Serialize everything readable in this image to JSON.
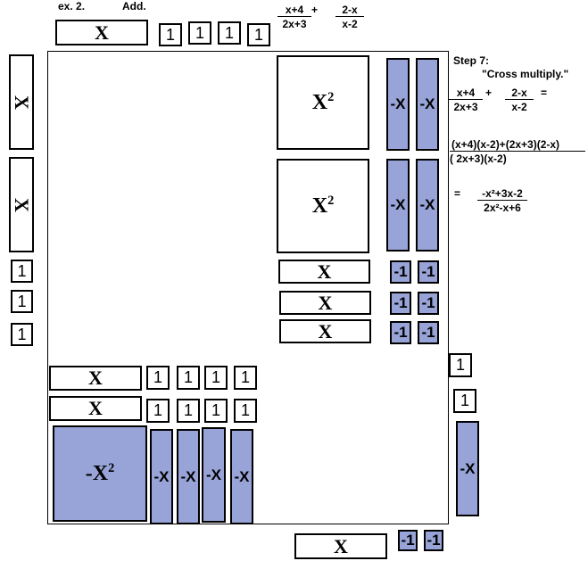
{
  "header": {
    "example_label": "ex. 2.",
    "operation_label": "Add.",
    "fraction1": {
      "num": "x+4",
      "den": "2x+3"
    },
    "plus": "+",
    "fraction2": {
      "num": "2-x",
      "den": "x-2"
    }
  },
  "tiles": {
    "x": "X",
    "x2": "X",
    "x2_exp": "2",
    "neg_x": "-X",
    "neg_x2": "-X",
    "neg_x2_exp": "2",
    "one": "1",
    "neg_one": "-1"
  },
  "step": {
    "title": "Step 7:",
    "instruction": "\"Cross multiply.\"",
    "eq1": {
      "f1_num": "x+4",
      "f1_den": "2x+3",
      "plus": "+",
      "f2_num": "2-x",
      "f2_den": "x-2",
      "equals": "="
    },
    "eq2": {
      "num": "(x+4)(x-2)+(2x+3)(2-x)",
      "den": "( 2x+3)(x-2)"
    },
    "eq3": {
      "equals": "=",
      "num": "-x²+3x-2",
      "den": "2x²-x+6"
    }
  },
  "colors": {
    "tile_blue": "#98a4d8",
    "tile_white": "#ffffff",
    "border": "#000000"
  }
}
